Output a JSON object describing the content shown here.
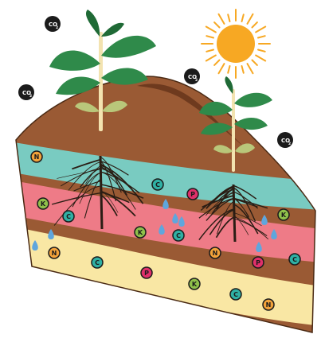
{
  "labels": {
    "co2": "CO",
    "co2_sub": "2"
  },
  "nutrients": {
    "N": "N",
    "K": "K",
    "C": "C",
    "P": "P"
  },
  "colors": {
    "soil": "#9a5a34",
    "soil_dark": "#6e3a1e",
    "soil_edge": "#4a2a14",
    "teal_layer": "#79cbc1",
    "pink_layer": "#ee7b87",
    "yellow_layer": "#f9e7a4",
    "leaf": "#2f8a4a",
    "leaf_dark": "#1f6a36",
    "sun": "#f7a823",
    "water": "#5fa6dd",
    "nut_N": "#f2a23a",
    "nut_K": "#8fc04a",
    "nut_C": "#2fb0a4",
    "nut_P": "#e0306a"
  },
  "icons": [
    "sun-icon",
    "co2-badge-icon",
    "water-drop-icon",
    "plant-icon",
    "root-system-icon",
    "nutrient-icon"
  ]
}
